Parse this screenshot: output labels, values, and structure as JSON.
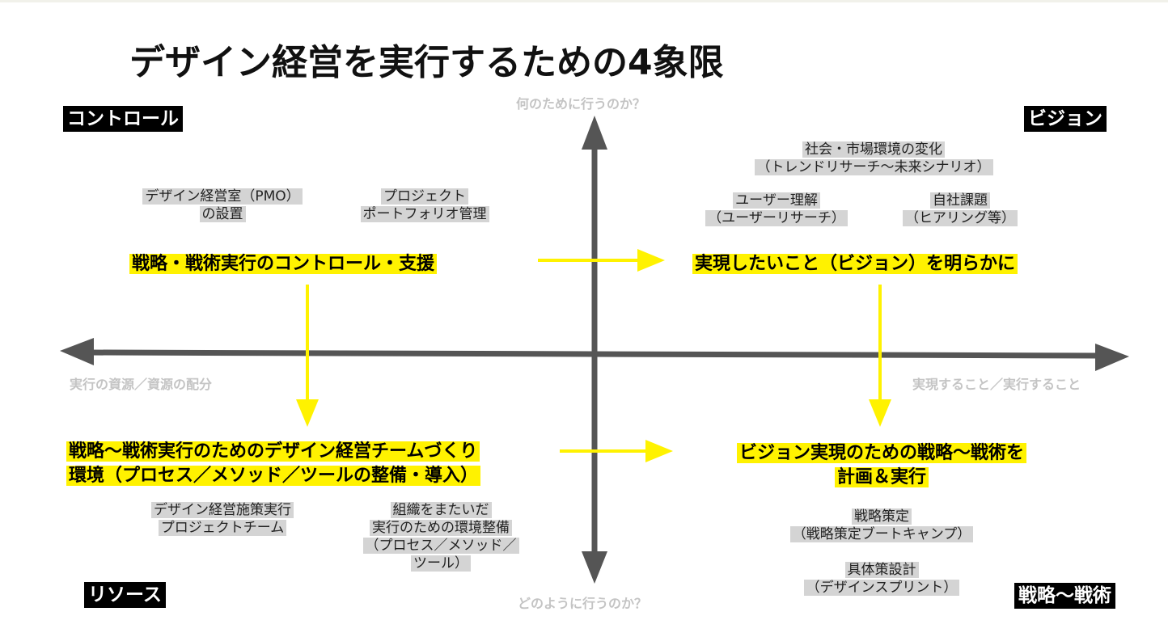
{
  "title": "デザイン経営を実行するための4象限",
  "corners": {
    "top_left": "コントロール",
    "top_right": "ビジョン",
    "bottom_left": "リソース",
    "bottom_right": "戦略〜戦術"
  },
  "axes": {
    "top": "何のために行うのか？",
    "bottom": "どのように行うのか？",
    "left": "実行の資源／資源の配分",
    "right": "実現すること／実行すること"
  },
  "quadrants": {
    "top_left": {
      "notes": [
        [
          "デザイン経営室（PMO）",
          "の設置"
        ],
        [
          "プロジェクト",
          "ポートフォリオ管理"
        ]
      ],
      "main": [
        "戦略・戦術実行のコントロール・支援"
      ]
    },
    "top_right": {
      "notes": [
        [
          "社会・市場環境の変化",
          "（トレンドリサーチ〜未来シナリオ）"
        ],
        [
          "ユーザー理解",
          "（ユーザーリサーチ）"
        ],
        [
          "自社課題",
          "（ヒアリング等）"
        ]
      ],
      "main": [
        "実現したいこと（ビジョン）を明らかに"
      ]
    },
    "bottom_left": {
      "main": [
        "戦略〜戦術実行のためのデザイン経営チームづくり",
        "環境（プロセス／メソッド／ツールの整備・導入）"
      ],
      "notes": [
        [
          "デザイン経営施策実行",
          "プロジェクトチーム"
        ],
        [
          "組織をまたいだ",
          "実行のための環境整備",
          "（プロセス／メソッド／",
          "ツール）"
        ]
      ]
    },
    "bottom_right": {
      "main": [
        "ビジョン実現のための戦略〜戦術を",
        "計画＆実行"
      ],
      "notes": [
        [
          "戦略策定",
          "（戦略策定ブートキャンプ）"
        ],
        [
          "具体策設計",
          "（デザインスプリント）"
        ]
      ]
    }
  },
  "colors": {
    "axis": "#555555",
    "arrow": "#fff200",
    "highlight": "#fff200",
    "note_bg": "#d4d4d4",
    "axis_label": "#c4c4c4"
  }
}
